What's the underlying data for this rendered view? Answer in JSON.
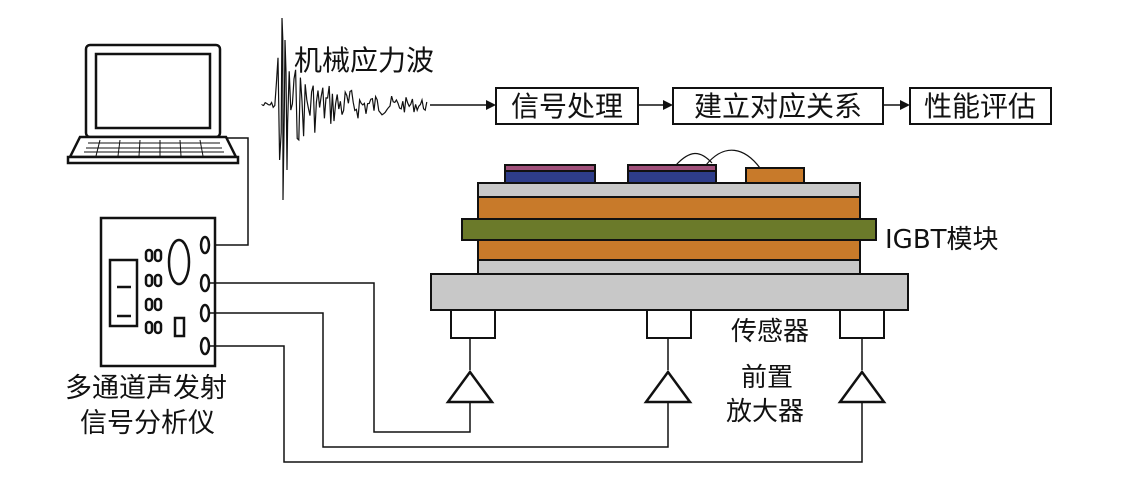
{
  "labels": {
    "wave": "机械应力波",
    "process_steps": [
      "信号处理",
      "建立对应关系",
      "性能评估"
    ],
    "igbt": "IGBT模块",
    "sensor": "传感器",
    "preamp_line1": "前置",
    "preamp_line2": "放大器",
    "analyzer_line1": "多通道声发射",
    "analyzer_line2": "信号分析仪"
  },
  "colors": {
    "line": "#111111",
    "baseplate": "#c8c8c8",
    "copper": "#c87a2a",
    "ceramic": "#6b7a2a",
    "chip": "#2e3d8a",
    "chip_top": "#a0507a",
    "small_pad": "#c87a2a"
  },
  "icons": [
    "laptop-icon",
    "analyzer-icon",
    "amplifier-icon",
    "sensor-icon"
  ]
}
